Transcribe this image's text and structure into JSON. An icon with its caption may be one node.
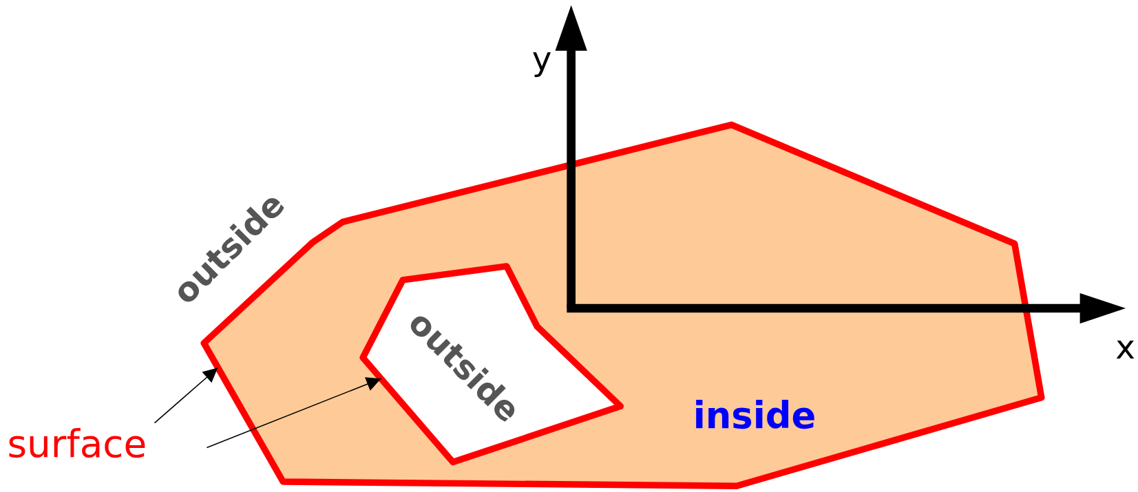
{
  "diagram": {
    "nodes": [
      {
        "text": [
          "surface"
        ]
      },
      {
        "text": [
          "inside"
        ]
      },
      {
        "text": [
          "outside"
        ],
        "in": 1
      }
    ],
    "edges": [
      {
        "from": 0,
        "to": 1,
        "arrow": "to"
      },
      {
        "from": 0,
        "to": 2,
        "arrow": "to"
      }
    ],
    "labels": [
      "y",
      "outside",
      "x"
    ]
  }
}
